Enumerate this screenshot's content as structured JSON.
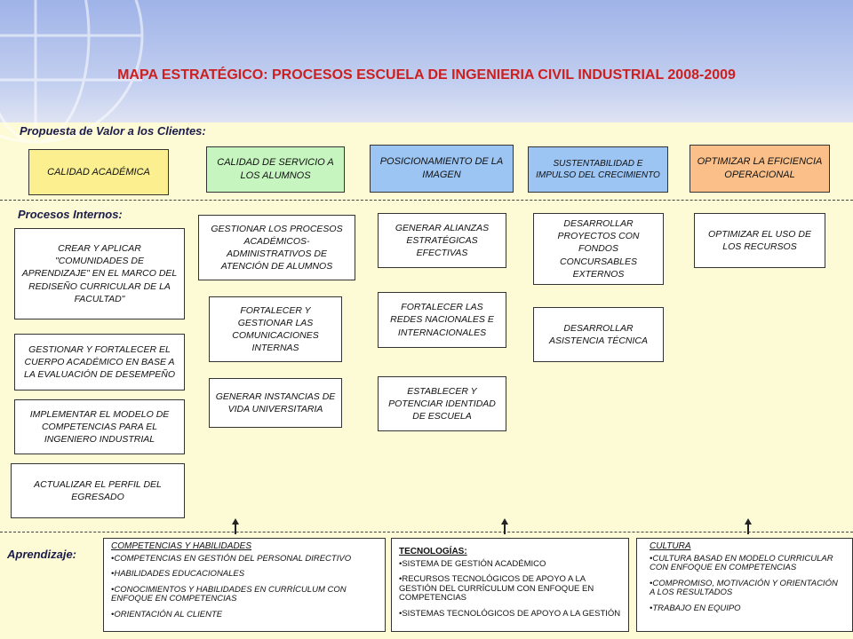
{
  "title": "MAPA ESTRATÉGICO: PROCESOS ESCUELA DE INGENIERIA CIVIL INDUSTRIAL 2008-2009",
  "sections": {
    "value": "Propuesta de Valor a los Clientes:",
    "internal": "Procesos Internos:",
    "learning": "Aprendizaje:"
  },
  "value_props": [
    {
      "label": "CALIDAD ACADÉMICA",
      "color": "#fbef8f"
    },
    {
      "label": "CALIDAD DE SERVICIO A LOS ALUMNOS",
      "color": "#c6f5c0"
    },
    {
      "label": "POSICIONAMIENTO DE LA IMAGEN",
      "color": "#9cc5f4"
    },
    {
      "label": "SUSTENTABILIDAD E IMPULSO DEL CRECIMIENTO",
      "color": "#9cc5f4"
    },
    {
      "label": "OPTIMIZAR LA EFICIENCIA OPERACIONAL",
      "color": "#fbc08a"
    }
  ],
  "processes": {
    "col1": [
      "CREAR Y APLICAR \"COMUNIDADES DE APRENDIZAJE\" EN EL MARCO DEL REDISEÑO CURRICULAR DE LA FACULTAD\"",
      "GESTIONAR Y FORTALECER EL CUERPO ACADÉMICO EN BASE A LA EVALUACIÓN DE DESEMPEÑO",
      "IMPLEMENTAR EL MODELO DE COMPETENCIAS PARA EL INGENIERO INDUSTRIAL",
      "ACTUALIZAR EL PERFIL DEL EGRESADO"
    ],
    "col2": [
      "GESTIONAR LOS PROCESOS ACADÉMICOS-ADMINISTRATIVOS DE ATENCIÓN DE ALUMNOS",
      "FORTALECER Y GESTIONAR LAS COMUNICACIONES INTERNAS",
      "GENERAR INSTANCIAS DE VIDA UNIVERSITARIA"
    ],
    "col3": [
      "GENERAR ALIANZAS ESTRATÉGICAS EFECTIVAS",
      "FORTALECER LAS REDES NACIONALES E INTERNACIONALES",
      "ESTABLECER Y POTENCIAR IDENTIDAD DE ESCUELA"
    ],
    "col4": [
      "DESARROLLAR PROYECTOS CON FONDOS CONCURSABLES EXTERNOS",
      "DESARROLLAR ASISTENCIA TÉCNICA"
    ],
    "col5": [
      "OPTIMIZAR EL USO DE LOS RECURSOS"
    ]
  },
  "learning": {
    "competencias": {
      "title": "COMPETENCIAS Y HABILIDADES",
      "items": [
        "COMPETENCIAS EN GESTIÓN DEL PERSONAL DIRECTIVO",
        "HABILIDADES EDUCACIONALES",
        "CONOCIMIENTOS Y HABILIDADES EN CURRÍCULUM CON ENFOQUE EN COMPETENCIAS",
        "ORIENTACIÓN AL CLIENTE"
      ]
    },
    "tecnologias": {
      "title": "TECNOLOGÍAS:",
      "items": [
        "SISTEMA DE GESTIÓN ACADÉMICO",
        "RECURSOS TECNOLÓGICOS DE APOYO A LA GESTIÓN DEL CURRÍCULUM CON ENFOQUE EN COMPETENCIAS",
        "SISTEMAS TECNOLÓGICOS DE APOYO A LA GESTIÓN"
      ]
    },
    "cultura": {
      "title": "CULTURA",
      "items": [
        "CULTURA BASAD EN MODELO CURRICULAR CON ENFOQUE EN COMPETENCIAS",
        "COMPROMISO, MOTIVACIÓN Y ORIENTACIÓN A LOS RESULTADOS",
        "TRABAJO EN EQUIPO"
      ]
    }
  }
}
